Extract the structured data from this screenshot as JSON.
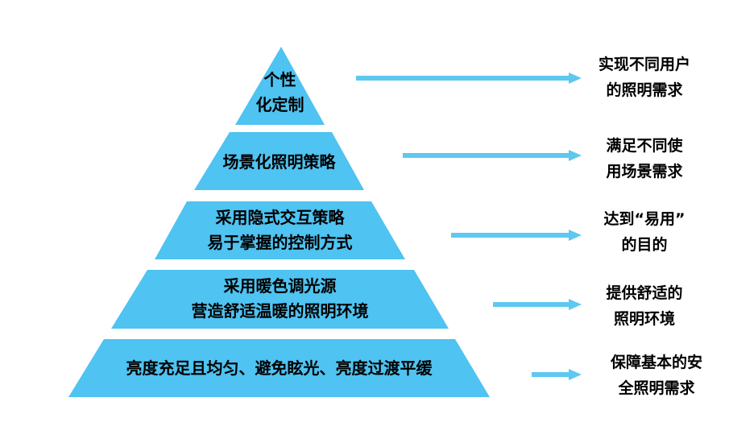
{
  "colors": {
    "fill": "#4fc3f1",
    "arrow": "#5ec8f0",
    "text": "#000000"
  },
  "levels": [
    {
      "lines": [
        "个性",
        "化定制"
      ]
    },
    {
      "lines": [
        "场景化照明策略"
      ]
    },
    {
      "lines": [
        "采用隐式交互策略",
        "易于掌握的控制方式"
      ]
    },
    {
      "lines": [
        "采用暖色调光源",
        "营造舒适温暖的照明环境"
      ]
    },
    {
      "lines": [
        "亮度充足且均匀、避免眩光、亮度过渡平缓"
      ]
    }
  ],
  "results": [
    {
      "lines": [
        "实现不同用户",
        "的照明需求"
      ]
    },
    {
      "lines": [
        "满足不同使",
        "用场景需求"
      ]
    },
    {
      "lines": [
        "达到“易用”",
        "的目的"
      ]
    },
    {
      "lines": [
        "提供舒适的",
        "照明环境"
      ]
    },
    {
      "lines": [
        "保障基本的安",
        "全照明需求"
      ]
    }
  ]
}
